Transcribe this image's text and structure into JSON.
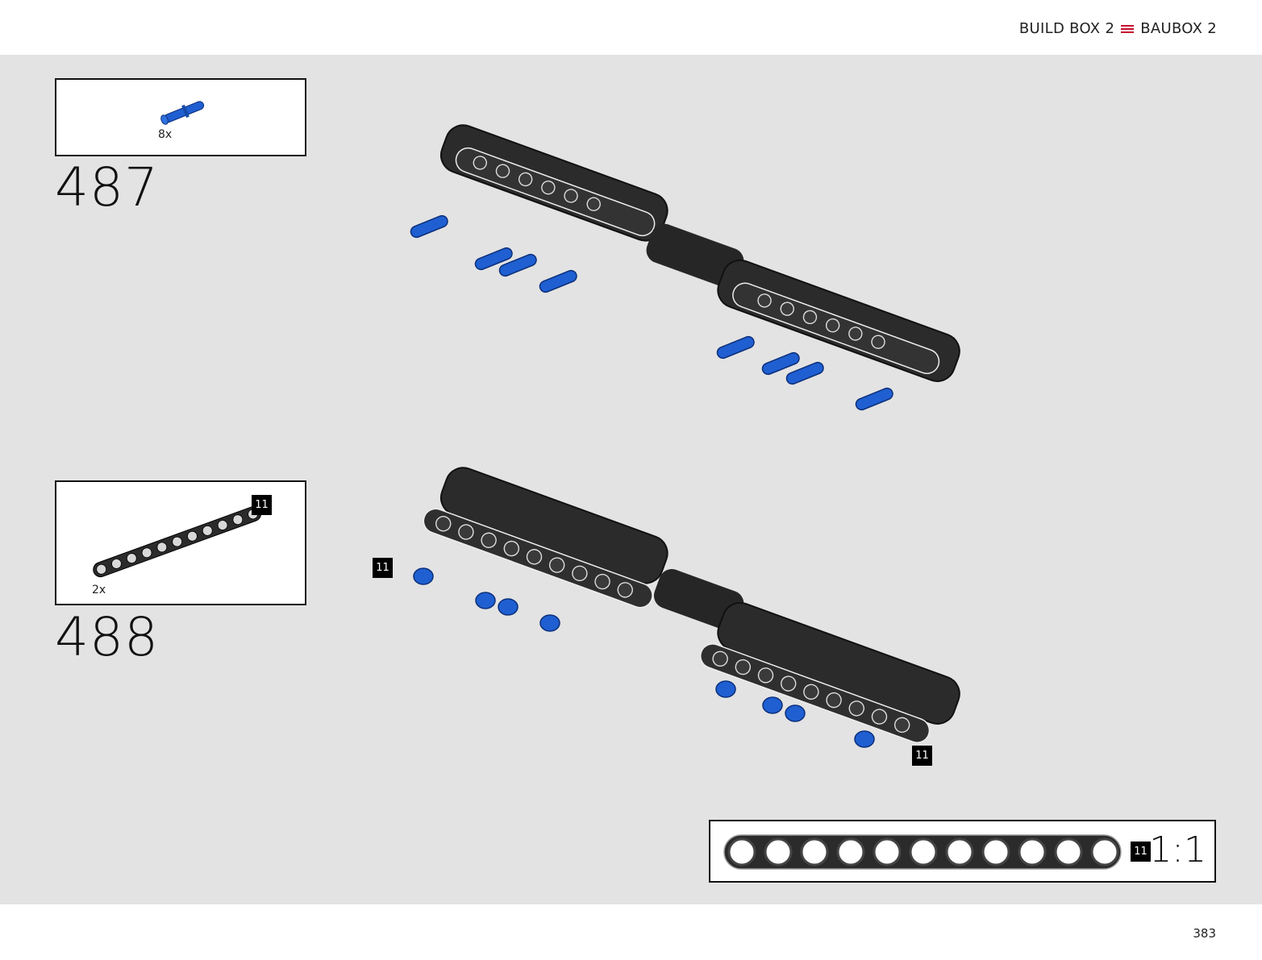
{
  "header": {
    "title_left": "BUILD BOX 2",
    "title_right": "BAUBOX 2",
    "menu_icon": "menu-icon",
    "accent": "#c8102e"
  },
  "steps": [
    {
      "number": "487",
      "part_qty": "8x",
      "part_icon": "blue-pin-icon"
    },
    {
      "number": "488",
      "part_qty": "2x",
      "part_tag": "11",
      "part_icon": "beam-11-icon"
    }
  ],
  "model_tags": [
    "11",
    "11"
  ],
  "scale_ref": {
    "tag": "11",
    "ratio": "1:1"
  },
  "footer": {
    "page_number": "383"
  },
  "colors": {
    "canvas": "#e3e3e3",
    "pin_blue": "#1f5fd1",
    "beam_black": "#2b2b2b"
  }
}
